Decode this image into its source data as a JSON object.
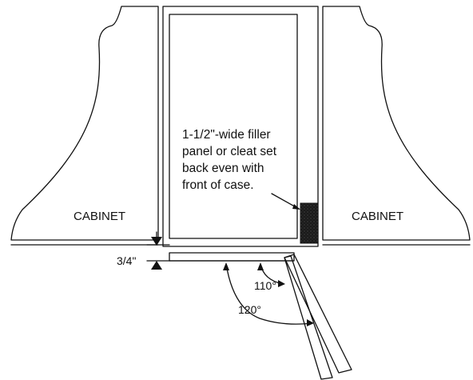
{
  "labels": {
    "cabinet_left": "CABINET",
    "cabinet_right": "CABINET",
    "filler_note": [
      "1-1/2\"-wide filler",
      "panel or cleat set",
      "back even with",
      "front of case."
    ],
    "dimension": "3/4\"",
    "angle_small": "110°",
    "angle_large": "120°"
  },
  "colors": {
    "ink": "#111111",
    "panel": "#1a1a1a",
    "background": "#ffffff"
  }
}
